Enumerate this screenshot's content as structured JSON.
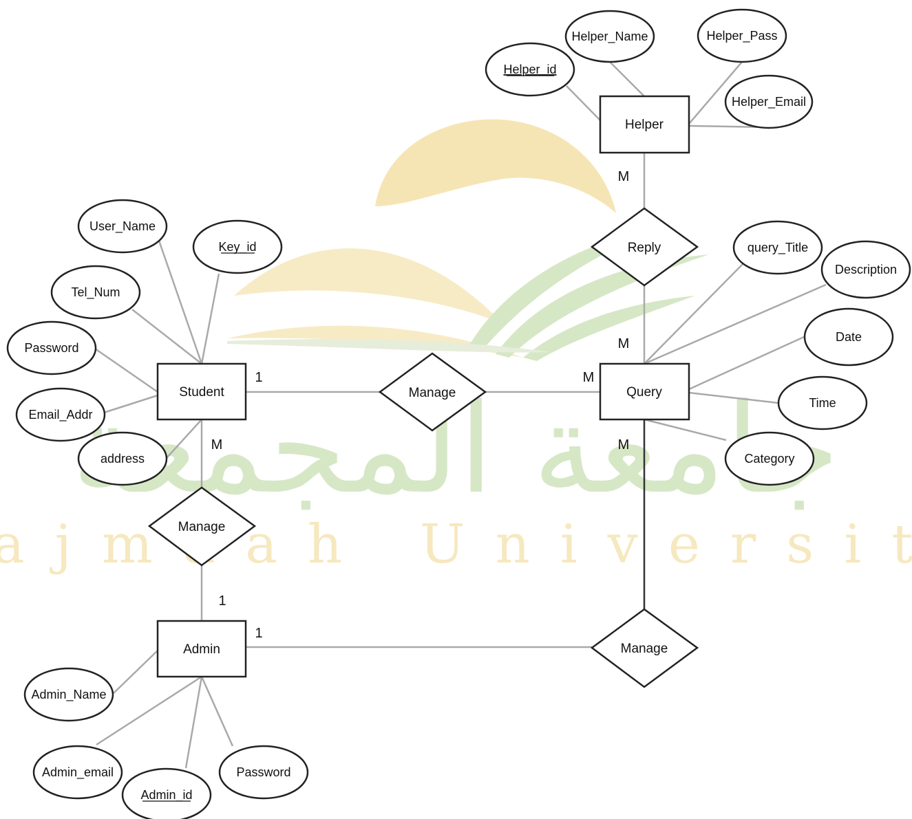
{
  "watermark": {
    "arabic": "جامعة المجمعة",
    "english": "Majmaah University",
    "colors": {
      "gold": "#f6e5b4",
      "green": "#d6e7c6"
    }
  },
  "entities": {
    "helper": "Helper",
    "student": "Student",
    "query": "Query",
    "admin": "Admin"
  },
  "relationships": {
    "reply": "Reply",
    "manage_sq": "Manage",
    "manage_sa": "Manage",
    "manage_aq": "Manage"
  },
  "attributes": {
    "helper_name": "Helper_Name",
    "helper_pass": "Helper_Pass",
    "helper_id": "Helper_id",
    "helper_email": "Helper_Email",
    "user_name": "User_Name",
    "key_id": "Key_id",
    "tel_num": "Tel_Num",
    "password_student": "Password",
    "email_addr": "Email_Addr",
    "address": "address",
    "query_title": "query_Title",
    "description": "Description",
    "date": "Date",
    "time": "Time",
    "category": "Category",
    "admin_name": "Admin_Name",
    "admin_email": "Admin_email",
    "admin_id": "Admin_id",
    "password_admin": "Password"
  },
  "cardinalities": {
    "helper_reply": "M",
    "reply_query": "M",
    "student_manage": "1",
    "query_manage": "M",
    "query_bottom": "M",
    "student_bottom": "M",
    "admin_top": "1",
    "admin_right": "1"
  }
}
